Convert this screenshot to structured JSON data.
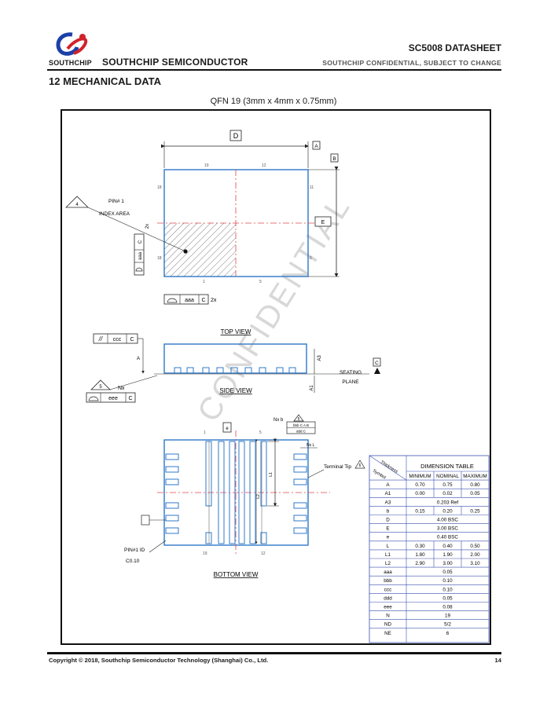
{
  "header": {
    "logo_label": "SOUTHCHIP",
    "company": "SOUTHCHIP SEMICONDUCTOR",
    "doc_title": "SC5008 DATASHEET",
    "confidential": "SOUTHCHIP CONFIDENTIAL, SUBJECT TO CHANGE"
  },
  "section": {
    "heading": "12 MECHANICAL DATA"
  },
  "package_title": "QFN 19 (3mm x 4mm x 0.75mm)",
  "drawing": {
    "watermark": "CONFIDENTIAL",
    "top_view": {
      "dim_d": "D",
      "datum_a": "A",
      "datum_b": "B",
      "dim_e": "E",
      "pin1_note": "4",
      "pin1_label": "PIN# 1",
      "index_label": "INDEX AREA",
      "tol_left": "aaa",
      "tol_left_datum": "C",
      "tol_left_mult": "2x",
      "tol_bottom": "aaa",
      "tol_bottom_datum": "C",
      "tol_bottom_mult": "2x",
      "caption": "TOP VIEW"
    },
    "side_view": {
      "tol_top": "ccc",
      "tol_top_datum": "C",
      "dim_a": "A",
      "dim_a3": "A3",
      "dim_a1": "A1",
      "seating_datum": "C",
      "seating_label_1": "SEATING",
      "seating_label_2": "PLANE",
      "note_nx": "Nx",
      "note_num": "5",
      "tol_bottom": "eee",
      "tol_bottom_datum": "C",
      "caption": "SIDE VIEW"
    },
    "bottom_view": {
      "dim_e": "e",
      "nx_b": "Nx b",
      "note_5": "5",
      "fcf_1": "bbb C A B",
      "fcf_2": "ddd C",
      "nx_l": "Nx L",
      "dim_l2": "L2",
      "dim_l1": "L1",
      "terminal_tip": "Terminal Tip",
      "note_6": "6",
      "pin1_id": "PIN#1 ID",
      "pin1_size": "C0.10",
      "caption": "BOTTOM VIEW"
    },
    "dimension_table": {
      "corner_top": "Thickness",
      "corner_bottom": "Symbol",
      "title": "DIMENSION TABLE",
      "col_headers": [
        "MINIMUM",
        "NOMINAL",
        "MAXIMUM"
      ],
      "rows": [
        [
          "A",
          "0.70",
          "0.75",
          "0.80"
        ],
        [
          "A1",
          "0.00",
          "0.02",
          "0.05"
        ],
        [
          "A3",
          "0.203 Ref",
          "",
          ""
        ],
        [
          "b",
          "0.15",
          "0.20",
          "0.25"
        ],
        [
          "D",
          "4.00 BSC",
          "",
          ""
        ],
        [
          "E",
          "3.00 BSC",
          "",
          ""
        ],
        [
          "e",
          "0.40 BSC",
          "",
          ""
        ],
        [
          "L",
          "0.30",
          "0.40",
          "0.50"
        ],
        [
          "L1",
          "1.80",
          "1.90",
          "2.00"
        ],
        [
          "L2",
          "2.90",
          "3.00",
          "3.10"
        ],
        [
          "aaa",
          "0.05",
          "",
          ""
        ],
        [
          "bbb",
          "0.10",
          "",
          ""
        ],
        [
          "ccc",
          "0.10",
          "",
          ""
        ],
        [
          "ddd",
          "0.05",
          "",
          ""
        ],
        [
          "eee",
          "0.08",
          "",
          ""
        ],
        [
          "N",
          "19",
          "",
          ""
        ],
        [
          "ND",
          "5/2",
          "",
          ""
        ],
        [
          "NE",
          "6",
          "",
          ""
        ]
      ]
    }
  },
  "footer": {
    "copyright": "Copyright © 2018, Southchip Semiconductor Technology (Shanghai) Co., Ltd.",
    "page": "14"
  },
  "colors": {
    "outline": "#2f78c8",
    "centerline": "#e0484a",
    "table_line": "#3a4fb0",
    "logo_blue": "#1d3fa8",
    "logo_red": "#d2232a"
  }
}
